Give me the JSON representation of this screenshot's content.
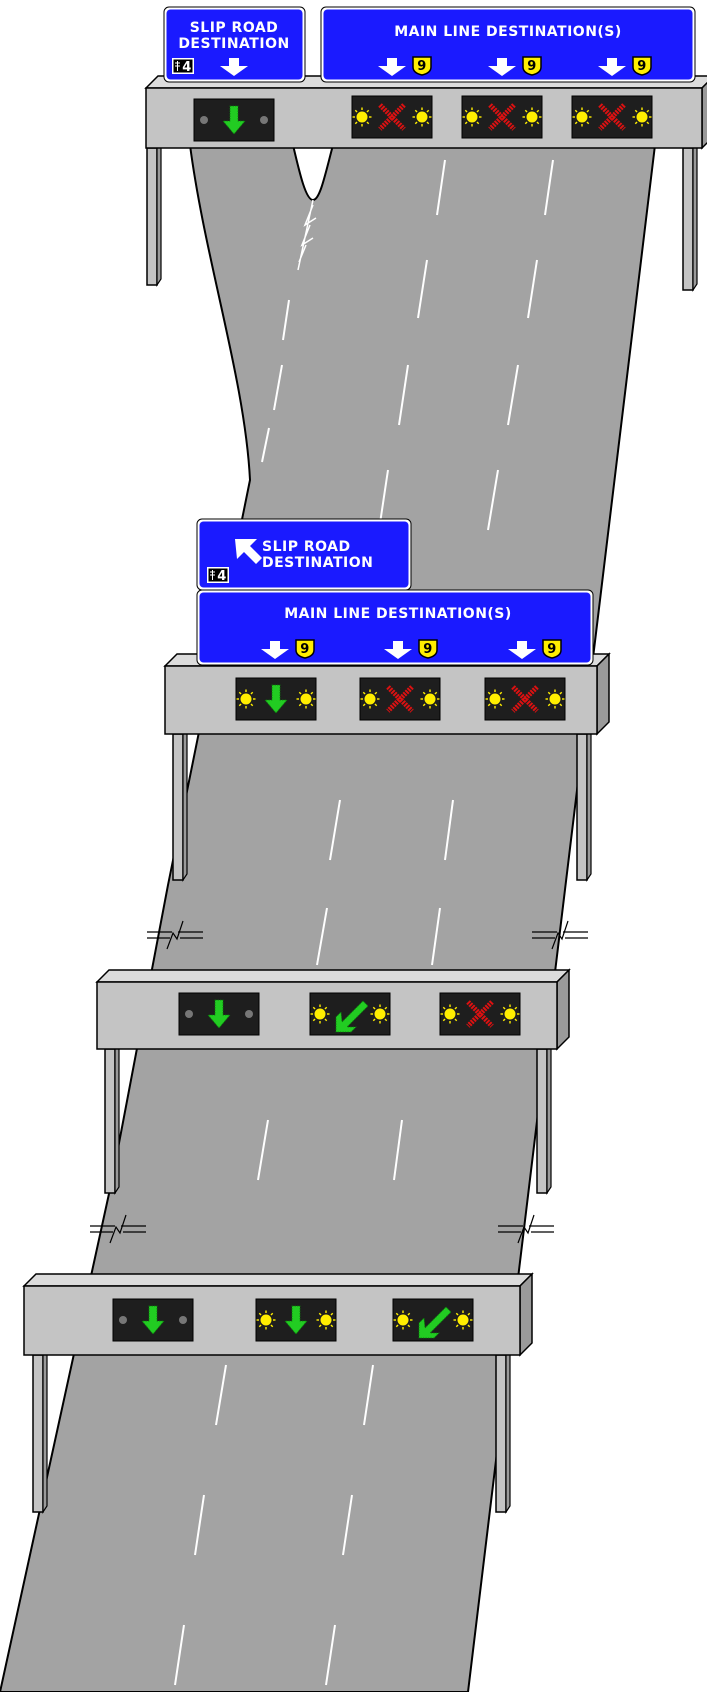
{
  "signs": {
    "slip_road_label_line1": "SLIP ROAD",
    "slip_road_label_line2": "DESTINATION",
    "main_line_label": "MAIN LINE DESTINATION(S)",
    "route_number": "9",
    "junction_number": "4"
  },
  "colors": {
    "sign_blue": "#1a1aff",
    "road_grey": "#a3a3a3",
    "gantry_grey": "#c4c4c4",
    "signal_green": "#22cc22",
    "signal_red": "#dd1111",
    "lamp_yellow": "#ffee00"
  },
  "gantries": [
    {
      "name": "gantry-1",
      "signals": [
        {
          "aspect": "arrow-down",
          "lamps": "off"
        },
        {
          "aspect": "red-x",
          "lamps": "flashing"
        },
        {
          "aspect": "red-x",
          "lamps": "flashing"
        },
        {
          "aspect": "red-x",
          "lamps": "flashing"
        }
      ]
    },
    {
      "name": "gantry-2",
      "signals": [
        {
          "aspect": "arrow-down",
          "lamps": "flashing"
        },
        {
          "aspect": "red-x",
          "lamps": "flashing"
        },
        {
          "aspect": "red-x",
          "lamps": "flashing"
        }
      ]
    },
    {
      "name": "gantry-3",
      "signals": [
        {
          "aspect": "arrow-down",
          "lamps": "off"
        },
        {
          "aspect": "arrow-diagonal-left",
          "lamps": "flashing"
        },
        {
          "aspect": "red-x",
          "lamps": "flashing"
        }
      ]
    },
    {
      "name": "gantry-4",
      "signals": [
        {
          "aspect": "arrow-down",
          "lamps": "off"
        },
        {
          "aspect": "arrow-down",
          "lamps": "flashing"
        },
        {
          "aspect": "arrow-diagonal-left",
          "lamps": "flashing"
        }
      ]
    }
  ]
}
